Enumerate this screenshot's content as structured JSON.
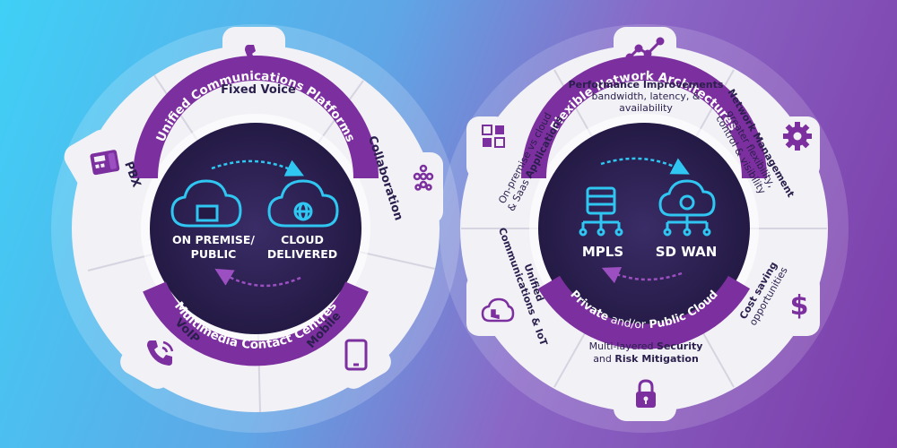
{
  "left_wheel": {
    "segments": {
      "fixed_voice": "Fixed Voice",
      "collaboration": "Collaboration",
      "mobile": "Mobile",
      "voip": "VoIP",
      "pbx": "PBX"
    },
    "arc_top": "Unified Communications Platforms",
    "arc_bottom": "Multimedia Contact Centres",
    "on_premise_line1": "ON PREMISE/",
    "on_premise_line2": "PUBLIC",
    "cloud_line1": "CLOUD",
    "cloud_line2": "DELIVERED"
  },
  "right_wheel": {
    "performance_title": "Performance Improvements",
    "performance_line2": "bandwidth, latency, &",
    "performance_line3": "availability",
    "network_title": "Network Management",
    "network_line2": "greater flexibility,",
    "network_line3": "control & visibility",
    "cost_title": "Cost saving",
    "cost_line2": "opportunities",
    "security_line1": "Multi-layered",
    "security_bold1": "Security",
    "security_and": "and",
    "security_bold2": "Risk Mitigation",
    "unified_line1": "Unified",
    "unified_line2": "Communications & IoT",
    "onprem_line1": "On-premise vs cloud",
    "onprem_and": "& Saas",
    "onprem_bold": "Applications",
    "arc_top": "Flexible Network Architectures",
    "arc_bottom_bold1": "Private",
    "arc_bottom_mid": " and/or ",
    "arc_bottom_bold2": "Public Cloud",
    "mpls": "MPLS",
    "sdwan": "SD WAN"
  },
  "colors": {
    "purple": "#7c2f9e",
    "purple_light": "#9b4fc0",
    "navy": "#2b1f4d",
    "cyan": "#2fc6f2",
    "wheel": "#f2f1f6",
    "divider": "#d6d4e0"
  },
  "icons": [
    "phone-icon",
    "group-icon",
    "mobile-icon",
    "phone-wave-icon",
    "pbx-icon",
    "cloud-monitor-icon",
    "cloud-globe-icon",
    "trend-icon",
    "gear-icon",
    "dollar-icon",
    "lock-icon",
    "cloud-hand-icon",
    "grid-icon",
    "server-network-icon"
  ]
}
